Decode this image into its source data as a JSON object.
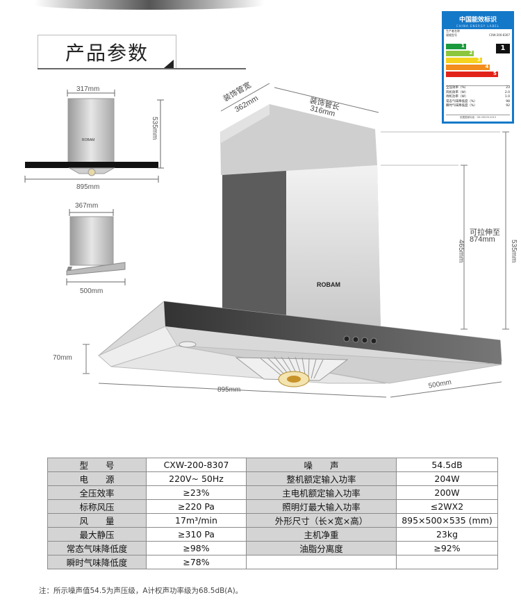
{
  "header": {
    "title": "产品参数"
  },
  "energy_label": {
    "title": "中国能效标识",
    "subtitle": "CHINA ENERGY LABEL",
    "lines": [
      "生产者名称",
      "规格型号"
    ],
    "model": "CXW-200-8307",
    "grades": [
      "1",
      "2",
      "3",
      "4",
      "5"
    ],
    "grade": "1",
    "table": [
      {
        "k": "全压效率（%）",
        "v": "23"
      },
      {
        "k": "风机效率（W）",
        "v": "2.0"
      },
      {
        "k": "待机功率（W）",
        "v": "1.0"
      },
      {
        "k": "常态气味降低度（%）",
        "v": "98"
      },
      {
        "k": "瞬时气味降低度（%）",
        "v": "92"
      }
    ],
    "footer": "依据国家标准：GB 29539-2013"
  },
  "drawings": {
    "front_width": "317mm",
    "front_height": "535mm",
    "front_base": "895mm",
    "side_width": "367mm",
    "side_base": "500mm",
    "deco_width": "装饰管宽",
    "deco_width_val": "362mm",
    "deco_length": "装饰管长",
    "deco_length_val": "316mm",
    "extend_label": "可拉伸至",
    "extend_val": "874mm",
    "h465": "465mm",
    "h535": "535mm",
    "h70": "70mm",
    "main_width": "895mm",
    "main_depth": "500mm",
    "brand_small": "ROBAM",
    "brand": "ROBAM"
  },
  "specs": {
    "rows": [
      [
        "型　　号",
        "CXW-200-8307",
        "噪　　声",
        "54.5dB"
      ],
      [
        "电　　源",
        "220V~ 50Hz",
        "整机额定输入功率",
        "204W"
      ],
      [
        "全压效率",
        "≥23%",
        "主电机额定输入功率",
        "200W"
      ],
      [
        "标称风压",
        "≥220 Pa",
        "照明灯最大输入功率",
        "≤2WX2"
      ],
      [
        "风　　量",
        "17m³/min",
        "外形尺寸（长×宽×高）",
        "895×500×535 (mm)"
      ],
      [
        "最大静压",
        "≥310 Pa",
        "主机净重",
        "23kg"
      ],
      [
        "常态气味降低度",
        "≥98%",
        "油脂分离度",
        "≥92%"
      ],
      [
        "瞬时气味降低度",
        "≥78%",
        "",
        ""
      ]
    ]
  },
  "note": "注：所示噪声值54.5为声压级，A计权声功率级为68.5dB(A)。",
  "colors": {
    "energy_blue": "#1478c8",
    "grade_1": "#1a9a3c",
    "grade_2": "#8cc63e",
    "grade_3": "#f5d21d",
    "grade_4": "#f28d1e",
    "grade_5": "#e2231a",
    "table_label_bg": "#d4d4d4"
  }
}
